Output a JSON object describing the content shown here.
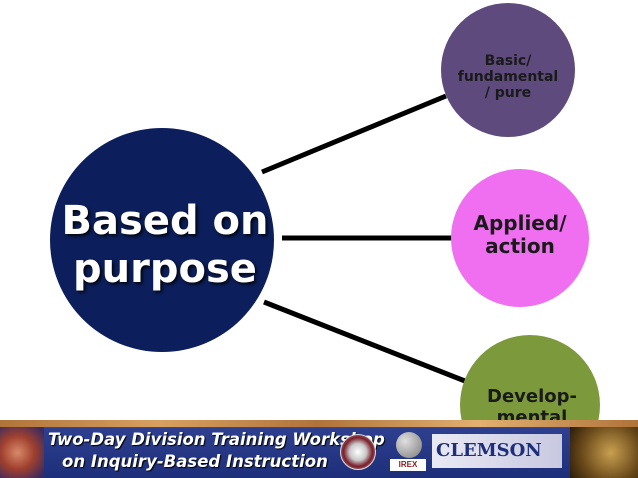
{
  "diagram": {
    "main_node": {
      "label": "Based on\npurpose",
      "color": "#0c1f5c"
    },
    "children": [
      {
        "key": "basic",
        "label": "Basic/\nfundamental\n/ pure",
        "color": "#5e4a7d"
      },
      {
        "key": "applied",
        "label": "Applied/\naction",
        "color": "#f06ef0"
      },
      {
        "key": "developmental",
        "label": "Develop-\nmental",
        "color": "#7c9a3c"
      }
    ],
    "connector_color": "#000000"
  },
  "banner": {
    "line1": "Two-Day Division Training Workshop",
    "line2": "on Inquiry-Based Instruction",
    "logo_tag": "IREX",
    "logo_text": "CLEMSON",
    "icons": [
      "brain-image",
      "state-department-seal-icon",
      "globe-icon",
      "clemson-logo",
      "microscope-photo"
    ]
  }
}
